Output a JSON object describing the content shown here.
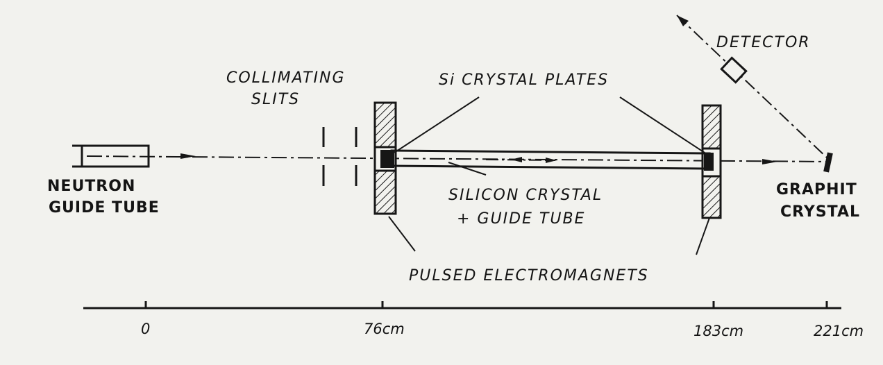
{
  "labels": {
    "neutron_guide_tube": [
      "NEUTRON",
      "GUIDE TUBE"
    ],
    "collimating_slits": [
      "COLLIMATING",
      "SLITS"
    ],
    "si_crystal_plates": "Si CRYSTAL PLATES",
    "detector": "DETECTOR",
    "silicon_crystal_guide_tube": [
      "SILICON CRYSTAL",
      "+ GUIDE TUBE"
    ],
    "graphit_crystal": [
      "GRAPHIT",
      "CRYSTAL"
    ],
    "pulsed_electromagnets": "PULSED ELECTROMAGNETS"
  },
  "scale": {
    "ticks": [
      "0",
      "76cm",
      "183cm",
      "221cm"
    ]
  },
  "colors": {
    "ink": "#161616",
    "paper": "#f2f2ee"
  }
}
